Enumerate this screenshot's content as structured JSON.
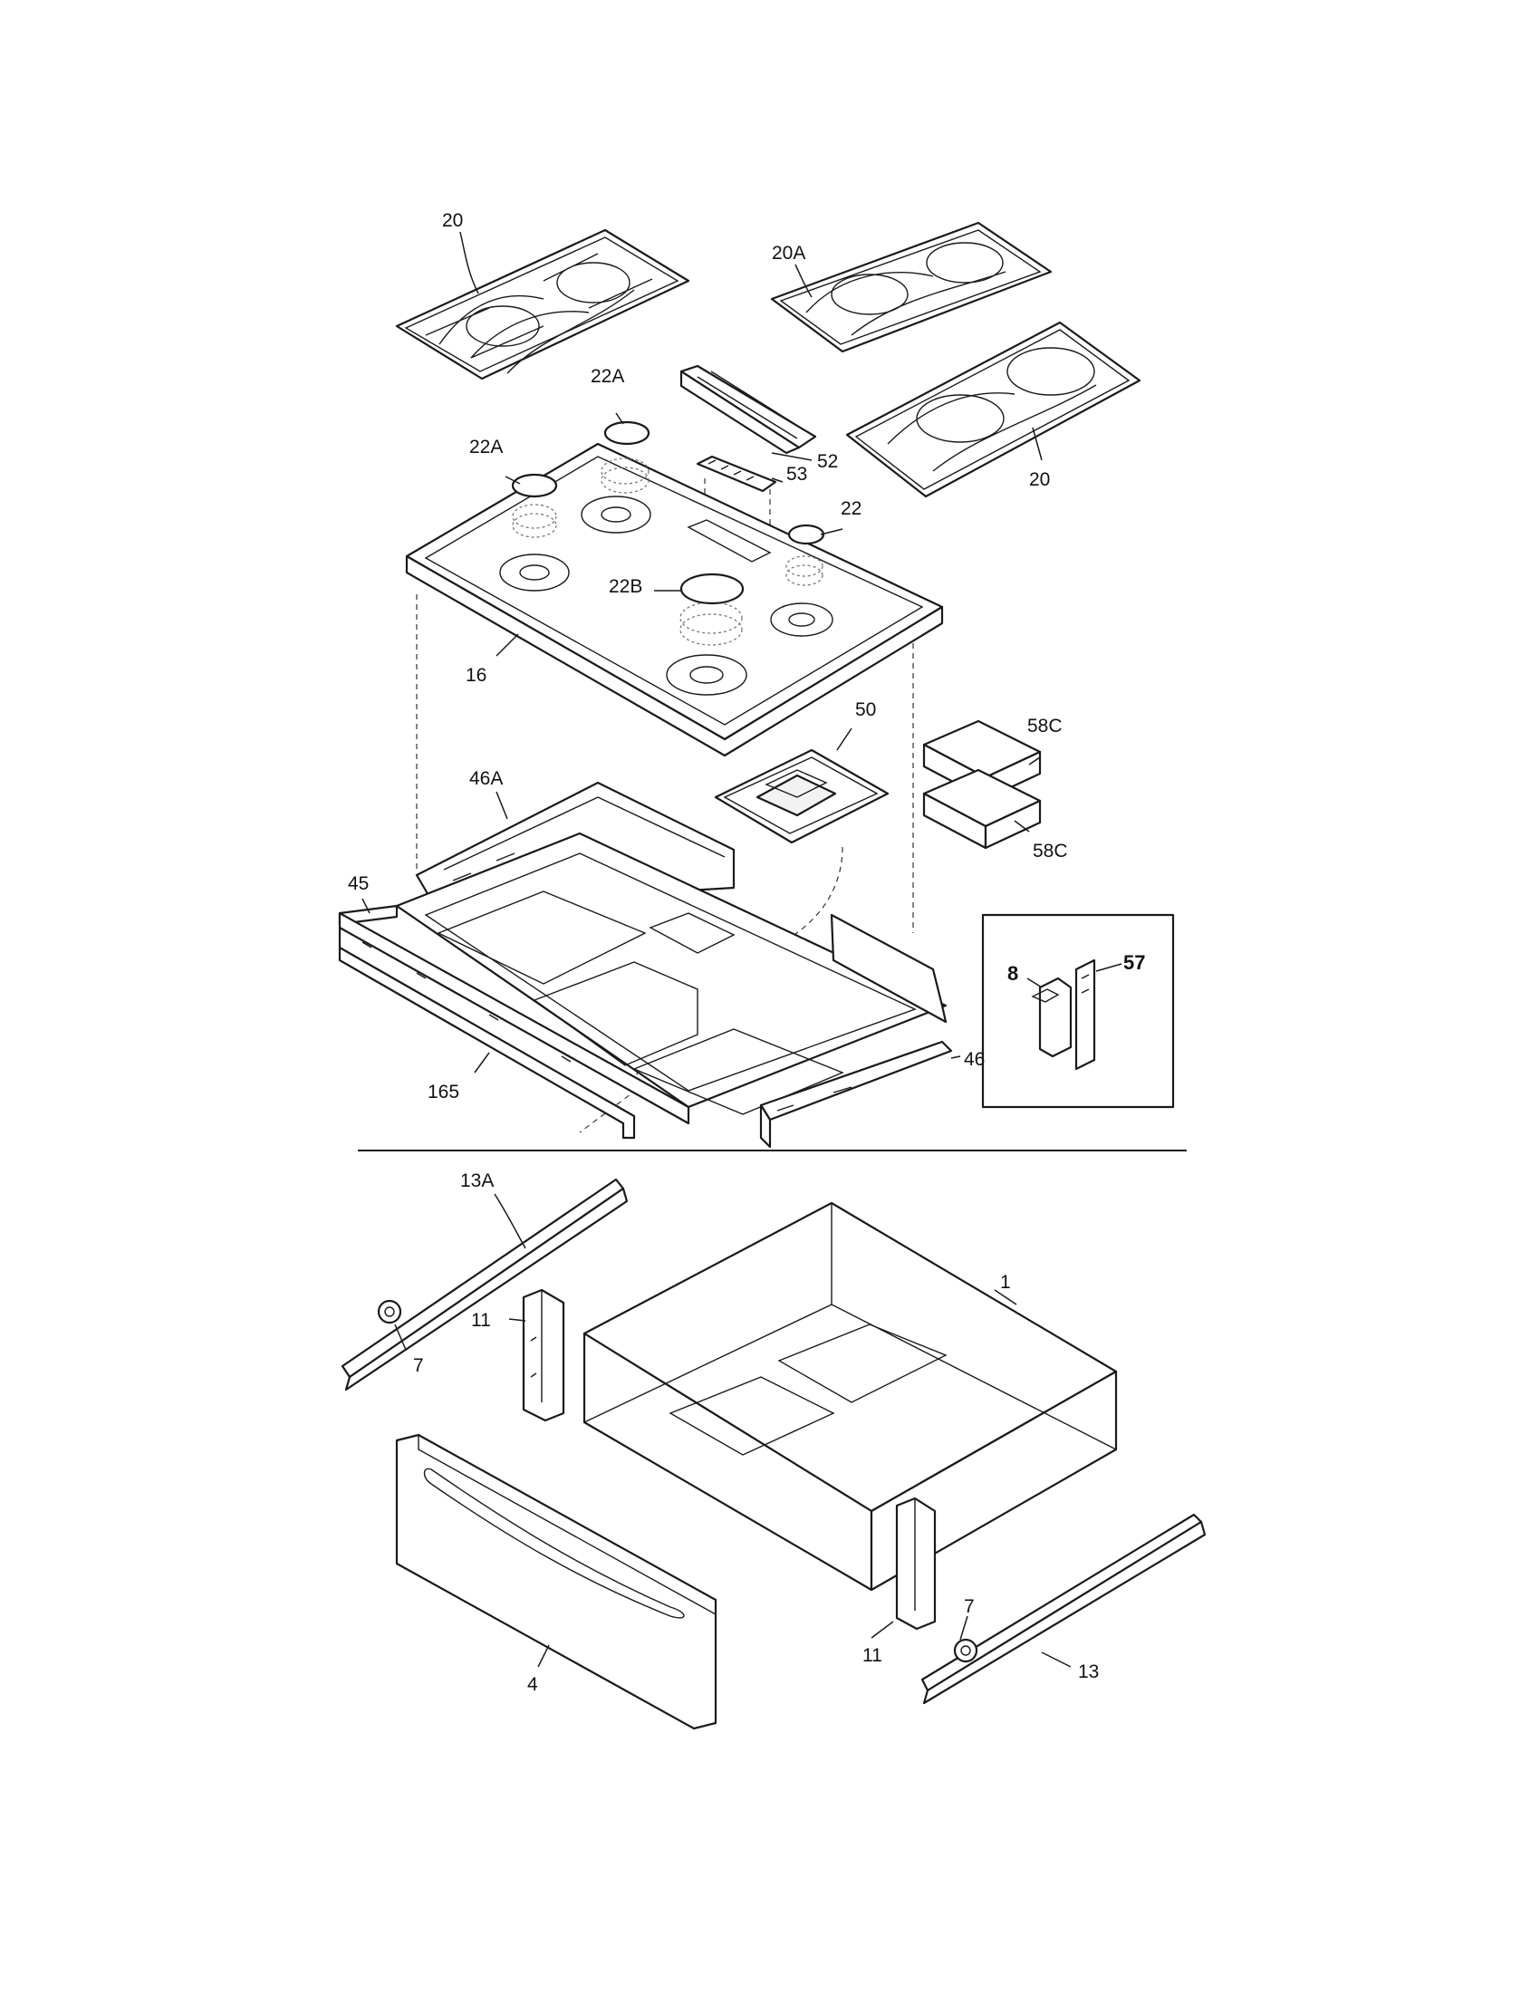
{
  "callouts": {
    "grate_left": "20",
    "grate_right_top": "20A",
    "grate_right_bottom": "20",
    "cap_top": "22A",
    "cap_left": "22A",
    "cap_right": "22",
    "cap_center": "22B",
    "griddle_cover": "52",
    "griddle_insert": "53",
    "cooktop": "16",
    "burner_box": "50",
    "block_top": "58C",
    "block_bottom": "58C",
    "rear_bracket": "46A",
    "front_bracket": "45",
    "side_bracket": "46",
    "front_rail": "165",
    "inset_igniter": "8",
    "inset_plate": "57",
    "drawer_rail_left": "13A",
    "roller_left": "7",
    "drawer_slide_left": "11",
    "drawer_body": "1",
    "drawer_front": "4",
    "drawer_slide_right": "11",
    "roller_right": "7",
    "drawer_rail_right": "13"
  }
}
